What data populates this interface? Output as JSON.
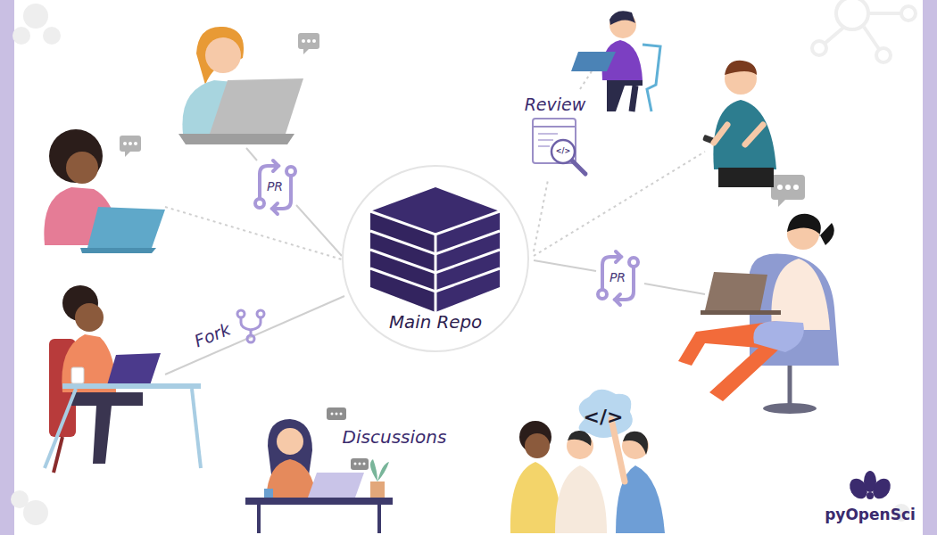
{
  "diagram": {
    "nodes": [
      {
        "text": [
          "Main Repo"
        ]
      }
    ],
    "labels": [
      "PR",
      "Review",
      "</>",
      "PR",
      "Fork",
      "Discussions",
      "</>",
      "pyOpenSci"
    ]
  }
}
